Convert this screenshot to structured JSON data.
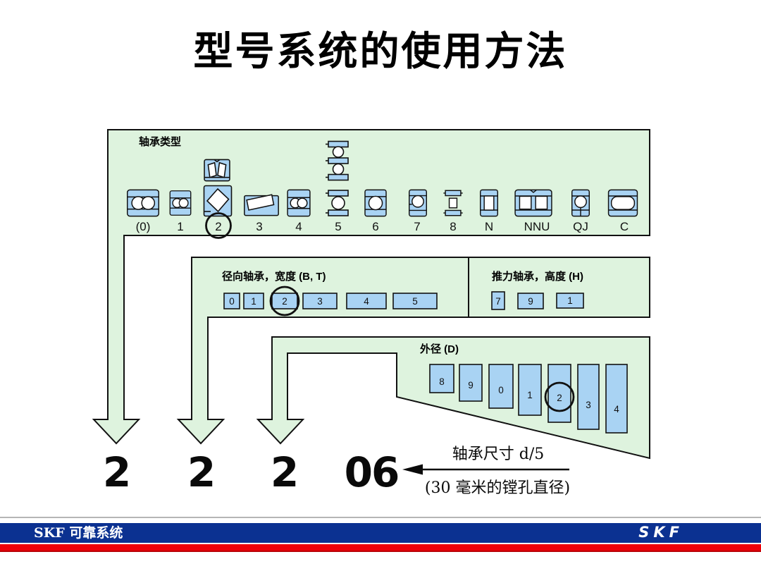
{
  "slide": {
    "title": "型号系统的使用方法"
  },
  "diagram": {
    "bearing_type_panel": {
      "label": "轴承类型",
      "types": [
        {
          "code": "(0)",
          "icon": "double-row-angular-contact-ball-bearing"
        },
        {
          "code": "1",
          "icon": "self-aligning-ball-bearing"
        },
        {
          "code": "2",
          "icon": "spherical-roller-bearing",
          "circled": true
        },
        {
          "code": "3",
          "icon": "taper-roller-bearing"
        },
        {
          "code": "4",
          "icon": "double-row-deep-groove-ball-bearing"
        },
        {
          "code": "5",
          "icon": "thrust-ball-bearing"
        },
        {
          "code": "6",
          "icon": "deep-groove-ball-bearing"
        },
        {
          "code": "7",
          "icon": "angular-contact-ball-bearing"
        },
        {
          "code": "8",
          "icon": "cylindrical-roller-thrust-bearing"
        },
        {
          "code": "N",
          "icon": "cylindrical-roller-bearing"
        },
        {
          "code": "NNU",
          "icon": "double-row-cylindrical-roller-bearing"
        },
        {
          "code": "QJ",
          "icon": "four-point-contact-ball-bearing"
        },
        {
          "code": "C",
          "icon": "carb-toroidal-roller-bearing"
        }
      ]
    },
    "dimension_panel": {
      "radial": {
        "label": "径向轴承，宽度 (B, T)",
        "codes": [
          "0",
          "1",
          "2",
          "3",
          "4",
          "5"
        ],
        "circled": "2"
      },
      "thrust": {
        "label": "推力轴承，高度 (H)",
        "codes": [
          "7",
          "9",
          "1"
        ]
      }
    },
    "od_panel": {
      "label": "外径 (D)",
      "codes": [
        "8",
        "9",
        "0",
        "1",
        "2",
        "3",
        "4"
      ],
      "circled": "2"
    },
    "result": {
      "type_digit": "2",
      "width_digit": "2",
      "od_digit": "2",
      "bore_code": "06",
      "size_label": "轴承尺寸 d/5",
      "bore_note": "(30 毫米的镗孔直径)"
    }
  },
  "footer": {
    "left_text": "SKF 可靠系统",
    "logo_text": "SKF"
  },
  "colors": {
    "panel_green": "#def3de",
    "box_blue": "#a9d3f3",
    "outline": "#111111",
    "footer_blue": "#0b3191",
    "stripe_red": "#ee0008"
  }
}
